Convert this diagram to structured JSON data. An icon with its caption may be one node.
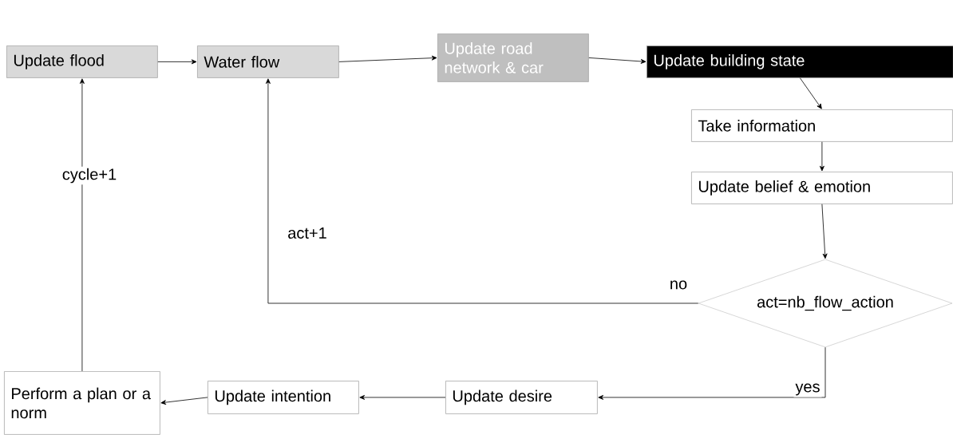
{
  "diagram": {
    "nodes": [
      {
        "text": [
          "Update flood"
        ]
      },
      {
        "text": [
          "Water flow"
        ]
      },
      {
        "text": [
          "Update road network & car"
        ]
      },
      {
        "text": [
          "Update building state"
        ]
      },
      {
        "text": [
          "Take information"
        ]
      },
      {
        "text": [
          "Update belief & emotion"
        ]
      },
      {
        "text": [
          "act=nb_flow_action"
        ]
      },
      {
        "text": [
          "Update desire"
        ]
      },
      {
        "text": [
          "Update intention"
        ]
      },
      {
        "text": [
          "Perform a plan or a norm"
        ]
      }
    ],
    "edges": [
      {
        "from": 0,
        "to": 1,
        "arrow": "to"
      },
      {
        "from": 1,
        "to": 2,
        "arrow": "to"
      },
      {
        "from": 2,
        "to": 3,
        "arrow": "to"
      },
      {
        "from": 3,
        "to": 4,
        "arrow": "to"
      },
      {
        "from": 4,
        "to": 5,
        "arrow": "to"
      },
      {
        "from": 5,
        "to": 6,
        "arrow": "to"
      },
      {
        "from": 6,
        "to": 1,
        "arrow": "to",
        "label": "no"
      },
      {
        "from": 6,
        "to": 7,
        "arrow": "to",
        "label": "yes"
      },
      {
        "from": 7,
        "to": 8,
        "arrow": "to"
      },
      {
        "from": 8,
        "to": 9,
        "arrow": "to"
      },
      {
        "from": 9,
        "to": 0,
        "arrow": "to",
        "label": "cycle+1"
      }
    ],
    "labels": [
      "act+1"
    ]
  }
}
